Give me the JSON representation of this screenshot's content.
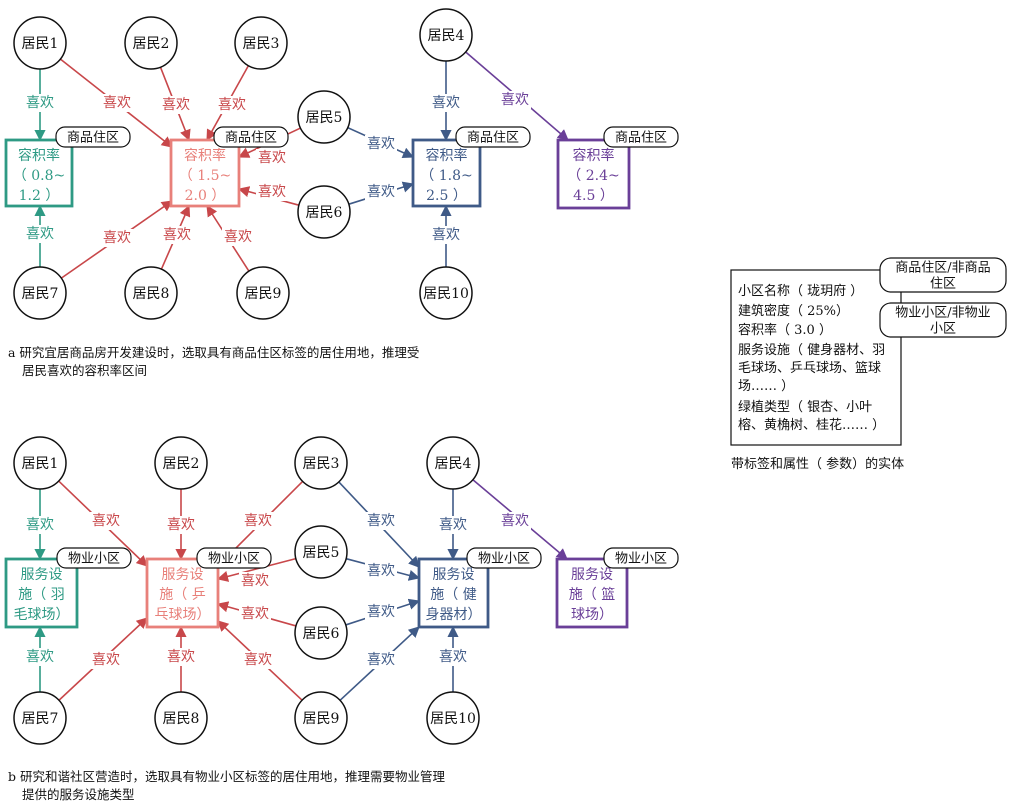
{
  "colors": {
    "green": "#2e9a84",
    "salmon": "#e8807a",
    "red": "#c8474a",
    "navy": "#3f5a87",
    "purple": "#6a3f98",
    "black": "#111111"
  },
  "panel_a": {
    "residents": [
      "居民1",
      "居民2",
      "居民3",
      "居民4",
      "居民5",
      "居民6",
      "居民7",
      "居民8",
      "居民9",
      "居民10"
    ],
    "edge_label": "喜欢",
    "tag": "商品住区",
    "boxes": [
      {
        "lines": [
          "容积率",
          "（ 0.8~",
          "1.2 ）"
        ]
      },
      {
        "lines": [
          "容积率",
          "（ 1.5~",
          "2.0 ）"
        ]
      },
      {
        "lines": [
          "容积率",
          "（ 1.8~",
          "2.5 ）"
        ]
      },
      {
        "lines": [
          "容积率",
          "（ 2.4~",
          "4.5 ）"
        ]
      }
    ],
    "caption_line1": "a  研究宜居商品房开发建设时，选取具有商品住区标签的居住用地，推理受",
    "caption_line2": "居民喜欢的容积率区间"
  },
  "panel_b": {
    "residents": [
      "居民1",
      "居民2",
      "居民3",
      "居民4",
      "居民5",
      "居民6",
      "居民7",
      "居民8",
      "居民9",
      "居民10"
    ],
    "edge_label": "喜欢",
    "tag": "物业小区",
    "boxes": [
      {
        "lines": [
          "服务设",
          "施（ 羽",
          "毛球场）"
        ]
      },
      {
        "lines": [
          "服务设",
          "施（ 乒",
          "乓球场）"
        ]
      },
      {
        "lines": [
          "服务设",
          "施（ 健",
          "身器材）"
        ]
      },
      {
        "lines": [
          "服务设",
          "施（ 篮",
          "球场）"
        ]
      }
    ],
    "caption_line1": "b  研究和谐社区营造时，选取具有物业小区标签的居住用地，推理需要物业管理",
    "caption_line2": "提供的服务设施类型"
  },
  "legend": {
    "tag1_line1": "商品住区/非商品",
    "tag1_line2": "住区",
    "tag2_line1": "物业小区/非物业",
    "tag2_line2": "小区",
    "lines": [
      "小区名称（ 珑玥府 ）",
      "建筑密度（ 25%）",
      "容积率（ 3.0 ）",
      "服务设施（ 健身器材、羽",
      "毛球场、乒乓球场、篮球",
      "场…… ）",
      "绿植类型（ 银杏、小叶",
      "榕、黄桷树、桂花…… ）"
    ],
    "caption": "带标签和属性（ 参数）的实体"
  }
}
